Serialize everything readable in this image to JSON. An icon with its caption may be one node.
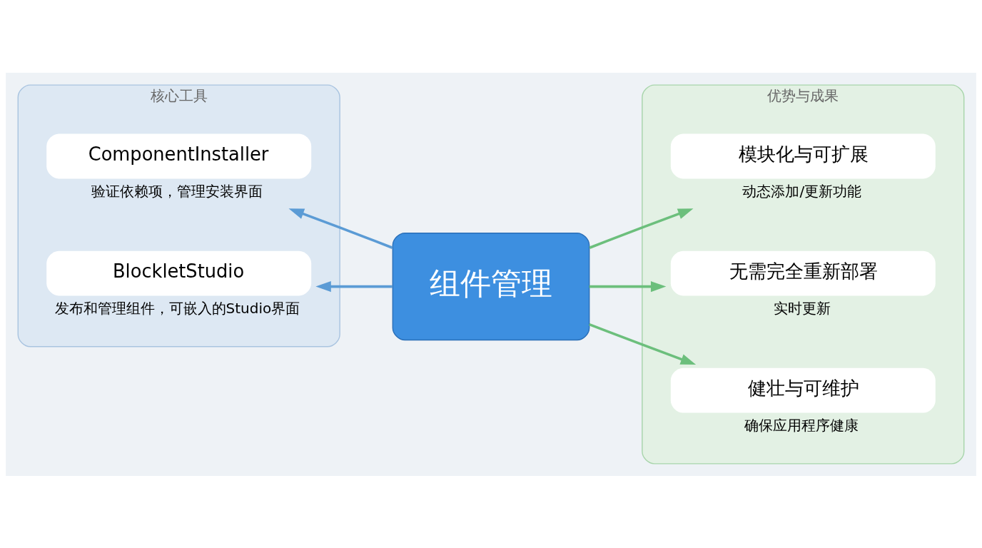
{
  "diagram": {
    "nodes": [
      {
        "text": [
          "核心工具"
        ]
      },
      {
        "text": [
          "ComponentInstaller"
        ],
        "in": 0,
        "beside": [
          "验证依赖项，管理安装界面"
        ]
      },
      {
        "text": [
          "BlockletStudio"
        ],
        "in": 0,
        "beside": [
          "发布和管理组件，可嵌入的Studio界面"
        ]
      },
      {
        "text": [
          "组件管理"
        ]
      },
      {
        "text": [
          "优势与成果"
        ]
      },
      {
        "text": [
          "模块化与可扩展"
        ],
        "in": 4,
        "beside": [
          "动态添加/更新功能"
        ]
      },
      {
        "text": [
          "无需完全重新部署"
        ],
        "in": 4,
        "beside": [
          "实时更新"
        ]
      },
      {
        "text": [
          "健壮与可维护"
        ],
        "in": 4,
        "beside": [
          "确保应用程序健康"
        ]
      }
    ],
    "edges": [
      {
        "from": 3,
        "to": 1,
        "arrow": "to",
        "color": "#5b9bd5"
      },
      {
        "from": 3,
        "to": 2,
        "arrow": "to",
        "color": "#5b9bd5"
      },
      {
        "from": 3,
        "to": 5,
        "arrow": "to",
        "color": "#6cbf7c"
      },
      {
        "from": 3,
        "to": 6,
        "arrow": "to",
        "color": "#6cbf7c"
      },
      {
        "from": 3,
        "to": 7,
        "arrow": "to",
        "color": "#6cbf7c"
      }
    ]
  }
}
